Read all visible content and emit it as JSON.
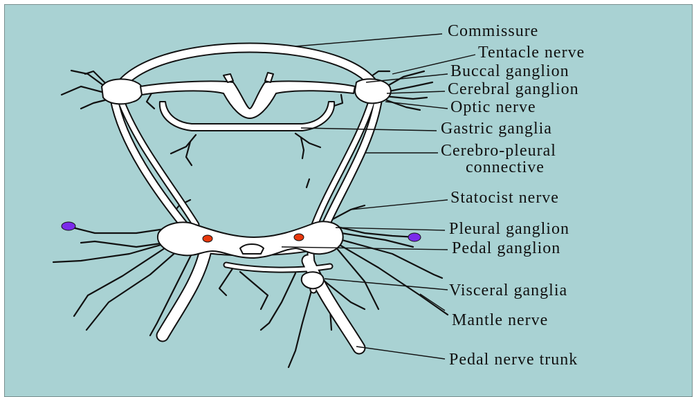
{
  "colors": {
    "background": "#a9d2d3",
    "tissue": "#ffffff",
    "outline": "#111111",
    "statocyst_red": "#e8380d",
    "statocyst_purple": "#7a2bea"
  },
  "labels": {
    "commissure": "Commissure",
    "tentacle_nerve": "Tentacle nerve",
    "buccal_ganglion": "Buccal ganglion",
    "cerebral_ganglion": "Cerebral ganglion",
    "optic_nerve": "Optic nerve",
    "gastric_ganglia": "Gastric ganglia",
    "cerebro_pleural_line1": "Cerebro-pleural",
    "cerebro_pleural_line2": "connective",
    "statocist_nerve": "Statocist nerve",
    "pleural_ganglion": "Pleural ganglion",
    "pedal_ganglion": "Pedal ganglion",
    "visceral_ganglia": "Visceral ganglia",
    "mantle_nerve": "Mantle nerve",
    "pedal_nerve_trunk": "Pedal nerve trunk"
  }
}
